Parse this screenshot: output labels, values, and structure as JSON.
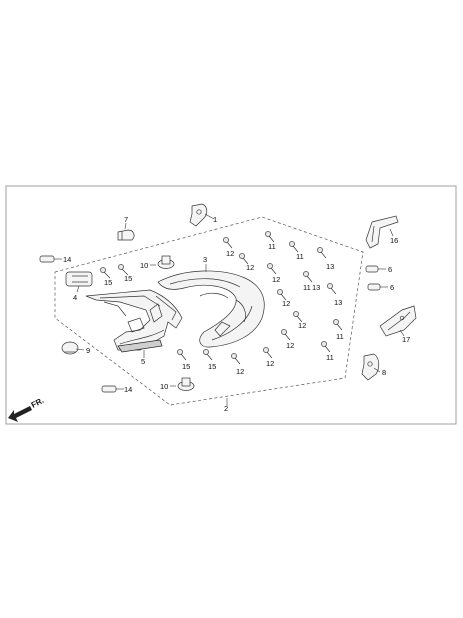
{
  "diagram": {
    "direction_label": "FR.",
    "callouts": {
      "c1": "1",
      "c2": "2",
      "c3": "3",
      "c4": "4",
      "c5": "5",
      "c6a": "6",
      "c6b": "6",
      "c7": "7",
      "c8": "8",
      "c9": "9",
      "c10a": "10",
      "c10b": "10",
      "c11a": "11",
      "c11b": "11",
      "c11c": "11",
      "c11d": "11",
      "c11e": "11",
      "c12a": "12",
      "c12b": "12",
      "c12c": "12",
      "c12d": "12",
      "c12e": "12",
      "c12f": "12",
      "c12g": "12",
      "c12h": "12",
      "c13a": "13",
      "c13b": "13",
      "c13c": "13",
      "c14a": "14",
      "c14b": "14",
      "c15a": "15",
      "c15b": "15",
      "c15c": "15",
      "c15d": "15",
      "c16": "16",
      "c17": "17"
    }
  }
}
